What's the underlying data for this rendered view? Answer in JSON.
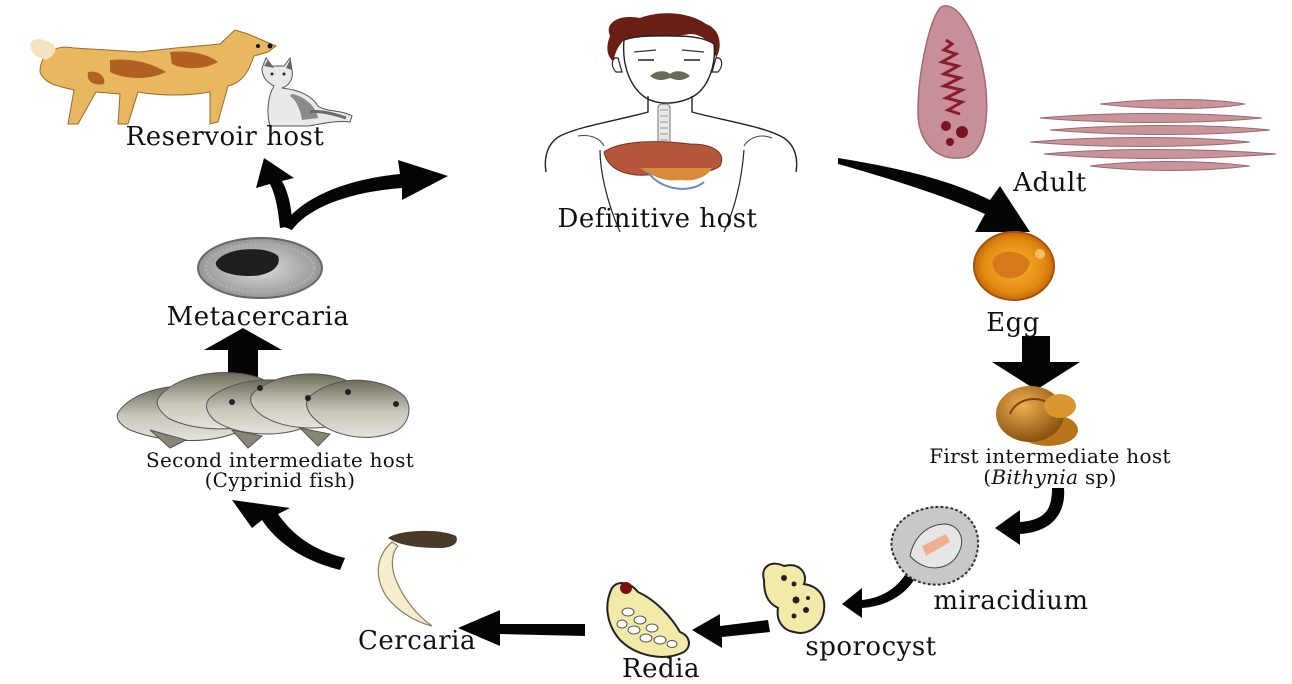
{
  "labels": {
    "reservoir_host": "Reservoir host",
    "definitive_host": "Definitive host",
    "adult": "Adult",
    "egg": "Egg",
    "first_intermediate_host": "First intermediate host",
    "bithynia_genus": "Bithynia",
    "bithynia_suffix": " sp)",
    "bithynia_prefix": "(",
    "miracidium": "miracidium",
    "sporocyst": "sporocyst",
    "redia": "Redia",
    "cercaria": "Cercaria",
    "second_intermediate_host": "Second intermediate host",
    "cyprinid_fish": "(Cyprinid fish)",
    "metacercaria": "Metacercaria"
  },
  "colors": {
    "arrow": "#050505",
    "adult_worm": "#c98f98",
    "egg": "#e48a10",
    "snail": "#c4801c",
    "sporocyst": "#f3e9a8",
    "fish": "#9a9a8c",
    "dog": "#e8b860",
    "liver": "#b5573b"
  }
}
